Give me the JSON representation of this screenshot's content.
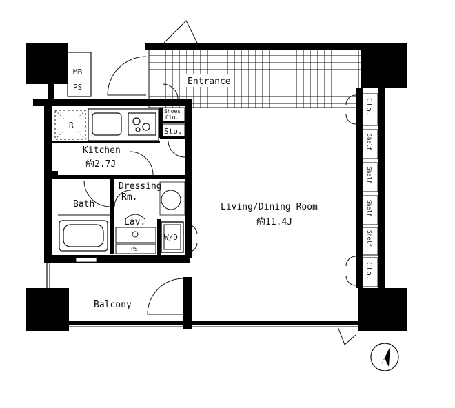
{
  "rooms": {
    "entrance": "Entrance",
    "mb": "MB",
    "ps_top": "PS",
    "shoe_clo_1": "Shoes",
    "shoe_clo_2": "Clo.",
    "storage": "Sto.",
    "refrigerator": "R",
    "kitchen": "Kitchen",
    "kitchen_size": "約2.7J",
    "dressing_1": "Dressing",
    "dressing_2": "Rm.",
    "bath": "Bath",
    "lavatory": "Lav.",
    "washer": "W/D",
    "ps_bottom": "PS",
    "living": "Living/Dining Room",
    "living_size": "約11.4J",
    "closet": "Clo.",
    "shelf": "Shelf",
    "balcony": "Balcony"
  },
  "colors": {
    "wall": "#000000",
    "line": "#111111",
    "background": "#ffffff"
  },
  "icons": [
    "compass-north-arrow-icon"
  ]
}
